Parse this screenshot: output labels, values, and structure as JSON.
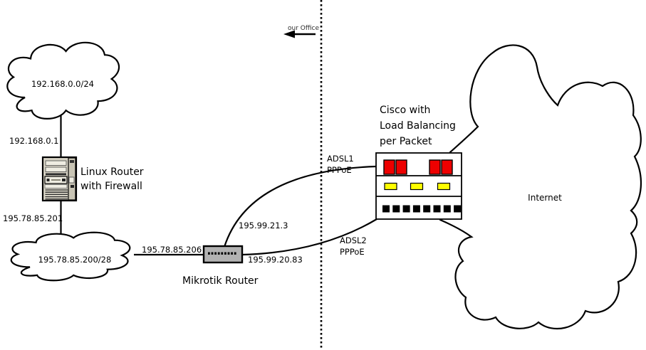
{
  "office_side": {
    "lan_cloud_label": "192.168.0.0/24",
    "lan_gateway_ip": "192.168.0.1",
    "linux_router": {
      "name_line1": "Linux Router",
      "name_line2": "with Firewall",
      "wan_ip": "195.78.85.201"
    },
    "public_subnet_label": "195.78.85.200/28",
    "mikrotik_router": {
      "name": "Mikrotik Router",
      "lan_ip": "195.78.85.206"
    }
  },
  "adsl_links": {
    "adsl1": {
      "name": "ADSL1",
      "protocol": "PPPoE",
      "ip": "195.99.21.3"
    },
    "adsl2": {
      "name": "ADSL2",
      "protocol": "PPPoE",
      "ip": "195.99.20.83"
    }
  },
  "provider_side": {
    "cisco_router": {
      "name_line1": "Cisco with",
      "name_line2": "Load Balancing",
      "name_line3": "per Packet"
    },
    "internet_cloud_label": "Internet"
  },
  "boundary": {
    "label": "our Office"
  },
  "colors": {
    "line": "#000000",
    "led_red": "#ee0000",
    "led_yellow": "#ffff00",
    "router_gray": "#b2b2b2",
    "tower_beige": "#d7d3c5",
    "tower_panel": "#c9c5b5",
    "tower_light": "#efede2"
  }
}
